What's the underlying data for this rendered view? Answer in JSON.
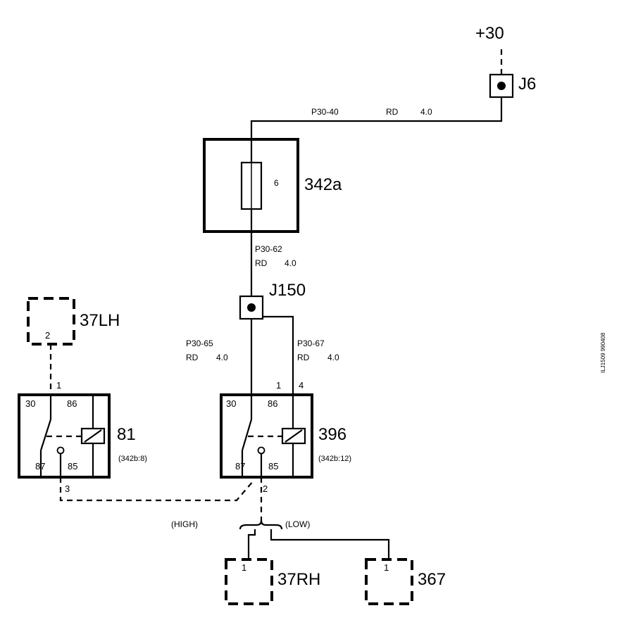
{
  "supply": "+30",
  "j6": {
    "label": "J6"
  },
  "wire_top": {
    "code": "P30-40",
    "color": "RD",
    "size": "4.0"
  },
  "fuse_box": {
    "label": "342a",
    "fuse_number": "6"
  },
  "wire_fuse_out": {
    "code": "P30-62",
    "color": "RD",
    "size": "4.0"
  },
  "j150": {
    "label": "J150"
  },
  "wire_left": {
    "code": "P30-65",
    "color": "RD",
    "size": "4.0"
  },
  "wire_right": {
    "code": "P30-67",
    "color": "RD",
    "size": "4.0"
  },
  "conn_37lh": {
    "label": "37LH",
    "pin": "2"
  },
  "relay81": {
    "label": "81",
    "ref": "(342b:8)",
    "pin_in": "1",
    "pin_out": "3",
    "t30": "30",
    "t86": "86",
    "t87": "87",
    "t85": "85"
  },
  "relay396": {
    "label": "396",
    "ref": "(342b:12)",
    "pin_a": "1",
    "pin_b": "4",
    "pin_out": "2",
    "t30": "30",
    "t86": "86",
    "t87": "87",
    "t85": "85"
  },
  "branch": {
    "high": "(HIGH)",
    "low": "(LOW)"
  },
  "conn_37rh": {
    "label": "37RH",
    "pin": "1"
  },
  "conn_367": {
    "label": "367",
    "pin": "1"
  },
  "side_code": "ILJ1509 990408"
}
